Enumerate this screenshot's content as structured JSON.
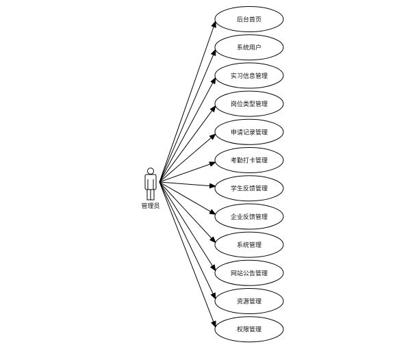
{
  "actor": {
    "label": "管理员",
    "icon": "person-icon"
  },
  "use_cases": [
    {
      "label": "后台首页"
    },
    {
      "label": "系统用户"
    },
    {
      "label": "实习信息管理"
    },
    {
      "label": "岗位类型管理"
    },
    {
      "label": "申请记录管理"
    },
    {
      "label": "考勤打卡管理"
    },
    {
      "label": "学生反馈管理"
    },
    {
      "label": "企业反馈管理"
    },
    {
      "label": "系统管理"
    },
    {
      "label": "网站公告管理"
    },
    {
      "label": "资源管理"
    },
    {
      "label": "权限管理"
    }
  ],
  "colors": {
    "stroke": "#000000",
    "text": "#111111",
    "background": "#ffffff"
  }
}
